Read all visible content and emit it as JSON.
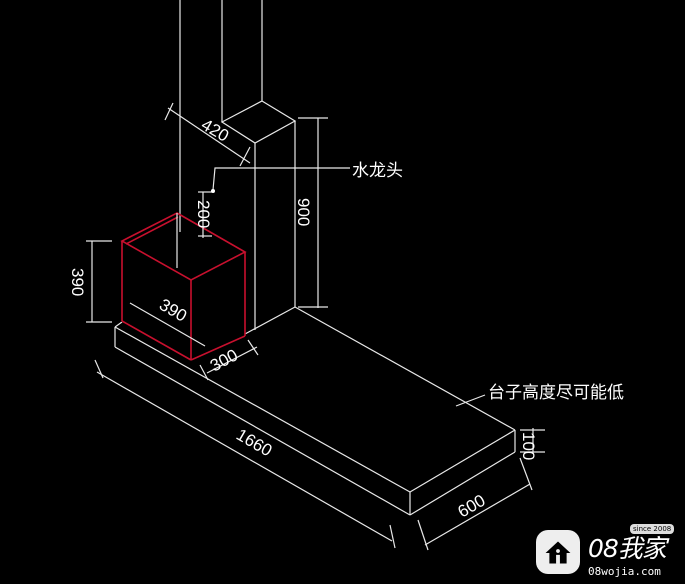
{
  "drawing": {
    "dimensions": {
      "pillar_depth": "420",
      "faucet_height": "200",
      "pillar_height": "900",
      "basin_height": "390",
      "basin_width": "390",
      "basin_depth": "300",
      "counter_length": "1660",
      "counter_depth": "600",
      "counter_thickness": "100"
    },
    "labels": {
      "faucet": "水龙头",
      "counter_note": "台子高度尽可能低"
    },
    "colors": {
      "lines": "#e8e8e8",
      "basin": "#c8102e",
      "background": "#000000"
    }
  },
  "watermark": {
    "name": "08我家",
    "url": "08wojia.com",
    "since": "since 2008"
  }
}
